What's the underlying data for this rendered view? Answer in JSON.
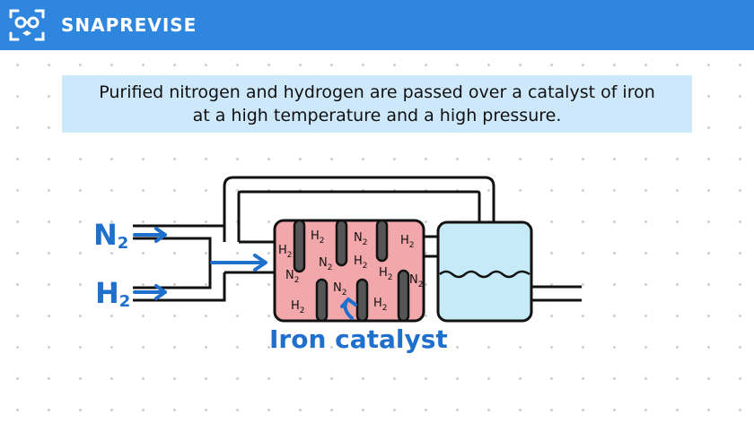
{
  "brand": {
    "name": "SNAPREVISE",
    "logo_icon": "snaprevise-logo-icon"
  },
  "caption": {
    "line1": "Purified nitrogen and hydrogen are passed over a catalyst of iron",
    "line2": "at a high temperature and a high pressure."
  },
  "inputs": {
    "n2": "N",
    "h2": "H",
    "subscript": "2"
  },
  "chamber_labels": [
    {
      "el": "H",
      "sub": "2"
    },
    {
      "el": "H",
      "sub": "2"
    },
    {
      "el": "N",
      "sub": "2"
    },
    {
      "el": "H",
      "sub": "2"
    },
    {
      "el": "N",
      "sub": "2"
    },
    {
      "el": "H",
      "sub": "2"
    },
    {
      "el": "N",
      "sub": "2"
    },
    {
      "el": "H",
      "sub": "2"
    },
    {
      "el": "N",
      "sub": "2"
    },
    {
      "el": "N",
      "sub": "2"
    },
    {
      "el": "H",
      "sub": "2"
    },
    {
      "el": "H",
      "sub": "2"
    }
  ],
  "catalyst_label": "Iron catalyst",
  "colors": {
    "header": "#2f86de",
    "caption_bg": "#cde8fb",
    "reaction_chamber": "#f2a7aa",
    "condenser": "#c6eaf8",
    "annotation_blue": "#1f6fcc",
    "catalyst_rod": "#555555"
  }
}
